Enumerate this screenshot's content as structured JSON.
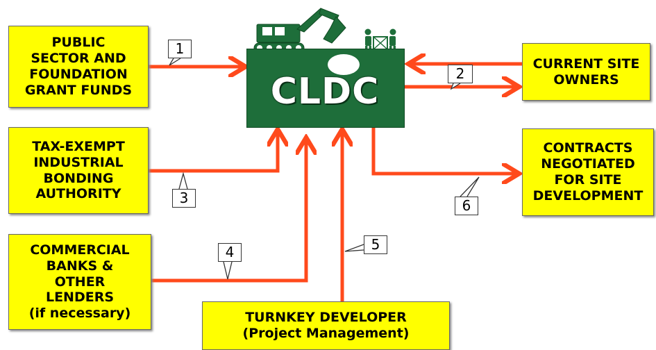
{
  "boxes": {
    "public_lines": [
      "PUBLIC",
      "SECTOR AND",
      "FOUNDATION",
      "GRANT FUNDS"
    ],
    "tax_lines": [
      "TAX-EXEMPT",
      "INDUSTRIAL",
      "BONDING",
      "AUTHORITY"
    ],
    "banks_lines": [
      "COMMERCIAL",
      "BANKS &",
      "OTHER",
      "LENDERS",
      "(if necessary)"
    ],
    "owners_lines": [
      "CURRENT SITE",
      "OWNERS"
    ],
    "contracts_lines": [
      "CONTRACTS",
      "NEGOTIATED",
      "FOR SITE",
      "DEVELOPMENT"
    ],
    "turnkey_lines": [
      "TURNKEY DEVELOPER",
      "(Project Management)"
    ]
  },
  "center": {
    "label": "CLDC"
  },
  "numbers": [
    "1",
    "2",
    "3",
    "4",
    "5",
    "6"
  ],
  "colors": {
    "box_fill": "#ffff00",
    "center_fill": "#1e6e3a",
    "arrow": "#ff4a1c"
  },
  "icons": [
    "excavator-icon",
    "workers-carrying-box-icon"
  ]
}
